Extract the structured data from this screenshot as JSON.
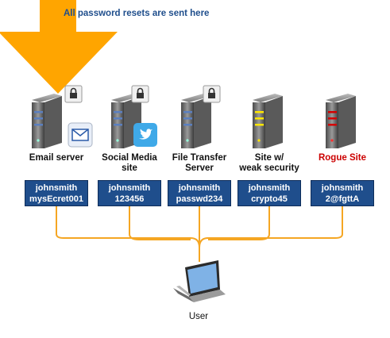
{
  "banner": "All password resets are sent here",
  "colors": {
    "arrow": "#FFA500",
    "credential_box": "#1F4E8C",
    "line": "#F5A623",
    "rogue_label": "#CC0000",
    "server_body": "#6E6E6E",
    "weak_light": "#FFE600",
    "rogue_light": "#D40000",
    "normal_light": "#5B7FBF"
  },
  "servers": [
    {
      "label": "Email server",
      "username": "johnsmith",
      "password": "mysEcret001",
      "icons": [
        "lock-icon",
        "mail-icon"
      ],
      "light": "blue"
    },
    {
      "label": "Social Media\nsite",
      "username": "johnsmith",
      "password": "123456",
      "icons": [
        "lock-icon",
        "twitter-bird-icon"
      ],
      "light": "blue"
    },
    {
      "label": "File Transfer\nServer",
      "username": "johnsmith",
      "password": "passwd234",
      "icons": [
        "lock-icon"
      ],
      "light": "blue"
    },
    {
      "label": "Site w/\nweak security",
      "username": "johnsmith",
      "password": "crypto45",
      "icons": [],
      "light": "yellow"
    },
    {
      "label": "Rogue Site",
      "username": "johnsmith",
      "password": "2@fgttA",
      "icons": [],
      "light": "red"
    }
  ],
  "user": {
    "label": "User",
    "icon": "laptop-icon"
  }
}
